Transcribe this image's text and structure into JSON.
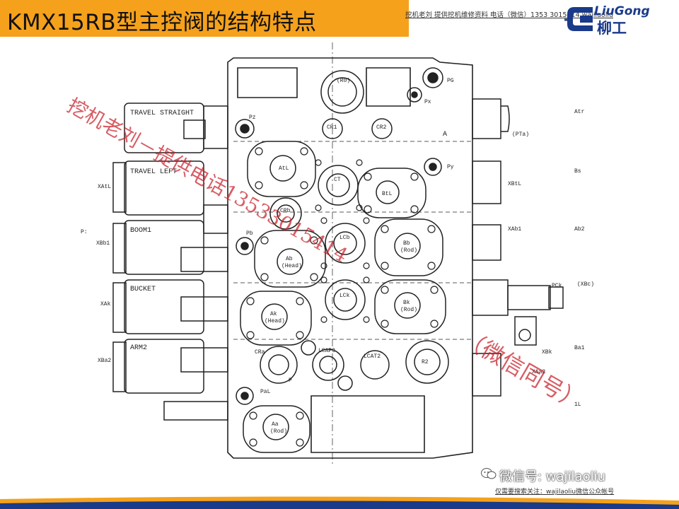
{
  "title": "KMX15RB型主控阀的结构特点",
  "header_note": "挖机老刘  提供挖机维修资料  电话（微信）1353 3015414  wajilaoliu",
  "logo": {
    "en": "LiuGong",
    "cn": "柳工",
    "color": "#1a3a8a"
  },
  "section_labels": [
    "TRAVEL STRAIGHT",
    "TRAVEL LEFT",
    "BOOM1",
    "BUCKET",
    "ARM2"
  ],
  "left_ports": [
    "XAtL",
    "P:",
    "XBb1",
    "XAk",
    "XBa2"
  ],
  "right_ports": [
    "Atr",
    "(PTa)",
    "Bs",
    "XBtL",
    "XAb1",
    "Ab2",
    "PCk",
    "(XBc)",
    "XBk",
    "Ba1",
    "XAa2",
    "1L"
  ],
  "body_ports": [
    "(R0)",
    "PG",
    "Px",
    "Pz",
    "CR1",
    "CR2",
    "A",
    "Py",
    "AtL",
    "CT",
    "BtL",
    "CRb",
    "Pb",
    "Bb",
    "(Rod)",
    "LCb",
    "Ab",
    "(Head)",
    "LCk",
    "Bk",
    "(Rod)",
    "Ak",
    "(Head)",
    "CRa",
    "LCAP3",
    "LCAT2",
    "R2",
    "PaL",
    "Aa",
    "(Rod)",
    "P"
  ],
  "watermark_main": "挖机老刘－提供电话13533015414",
  "watermark_sub": "（微信同号）",
  "wechat_label": "微信号: wajilaoliu",
  "footer_note": "仅需要搜索关注：wajilaoliu微信公众帐号",
  "colors": {
    "title_bar": "#f5a11c",
    "watermark": "#c81e28",
    "stripe_orange": "#f5a11c",
    "stripe_blue": "#1a3a8a"
  }
}
